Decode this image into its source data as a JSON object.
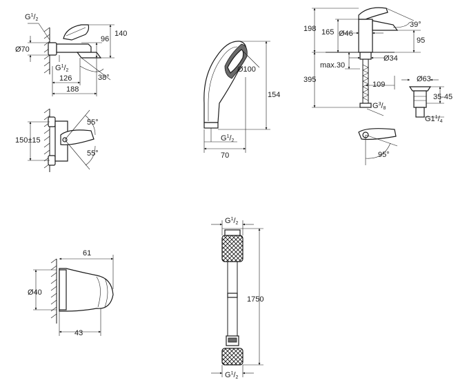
{
  "bath_mixer": {
    "thread": {
      "base": "G",
      "num": "1",
      "den": "2"
    },
    "thread_bottom": {
      "base": "G",
      "num": "1",
      "den": "2"
    },
    "height_140": "140",
    "dim_96": "96",
    "dia_70": "Ø70",
    "dim_126": "126",
    "dim_188": "188",
    "angle_38": "38°",
    "angle_55_top": "55°",
    "angle_55_bottom": "55°",
    "center_150": "150±15"
  },
  "hand_shower": {
    "dia_100": "Ø100",
    "height_154": "154",
    "thread": {
      "base": "G",
      "num": "1",
      "den": "2"
    },
    "width_70": "70"
  },
  "basin_mixer": {
    "height_198": "198",
    "height_165": "165",
    "dia_46": "Ø46",
    "angle_39": "39°",
    "dim_95": "95",
    "dia_34": "Ø34",
    "max_30": "max.30",
    "height_395": "395",
    "dim_109": "109",
    "thread": {
      "base": "G",
      "num": "3",
      "den": "8"
    },
    "dia_63": "Ø63",
    "range_35_45": "35-45",
    "thread_waste": {
      "base": "G1",
      "num": "1",
      "den": "4"
    },
    "angle_95": "95°"
  },
  "wall_holder": {
    "width_61": "61",
    "dia_40": "Ø40",
    "depth_43": "43"
  },
  "hose": {
    "thread_top": {
      "base": "G",
      "num": "1",
      "den": "2"
    },
    "length_1750": "1750",
    "thread_bottom": {
      "base": "G",
      "num": "1",
      "den": "2"
    }
  }
}
